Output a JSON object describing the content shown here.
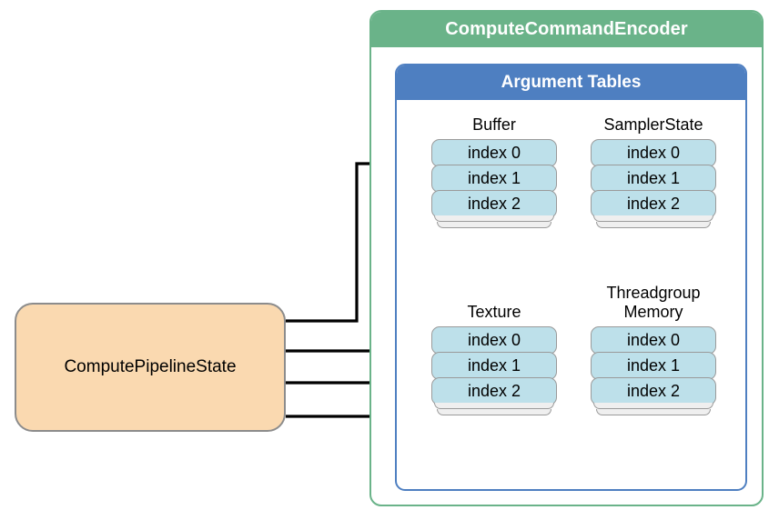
{
  "diagram": {
    "title": "ComputeCommandEncoder",
    "encoder": {
      "label": "ComputeCommandEncoder",
      "color": "#6AB389"
    },
    "argument_tables": {
      "label": "Argument Tables",
      "color": "#4E7FC1"
    },
    "pipeline_state": {
      "label": "ComputePipelineState",
      "fill": "#FAD9B0",
      "stroke": "#8c8c8c"
    },
    "slot_fill": "#BDE0EA",
    "slot_stroke": "#9a9a9a",
    "stacks": [
      {
        "name": "buffer",
        "label": "Buffer",
        "slots": [
          "index 0",
          "index 1",
          "index 2"
        ]
      },
      {
        "name": "sampler-state",
        "label": "SamplerState",
        "slots": [
          "index 0",
          "index 1",
          "index 2"
        ]
      },
      {
        "name": "texture",
        "label": "Texture",
        "slots": [
          "index 0",
          "index 1",
          "index 2"
        ]
      },
      {
        "name": "threadgroup-memory",
        "label": "Threadgroup\nMemory",
        "slots": [
          "index 0",
          "index 1",
          "index 2"
        ]
      }
    ],
    "connectors": [
      {
        "name": "pipeline-to-buffer-index-0",
        "from": "ComputePipelineState",
        "to": "Buffer index 0"
      },
      {
        "name": "pipeline-to-texture-index-0",
        "from": "ComputePipelineState",
        "to": "Texture index 0"
      },
      {
        "name": "pipeline-to-texture-index-1",
        "from": "ComputePipelineState",
        "to": "Texture index 1"
      },
      {
        "name": "pipeline-to-texture-index-2",
        "from": "ComputePipelineState",
        "to": "Texture index 2"
      }
    ],
    "connector_color": "#000000"
  }
}
